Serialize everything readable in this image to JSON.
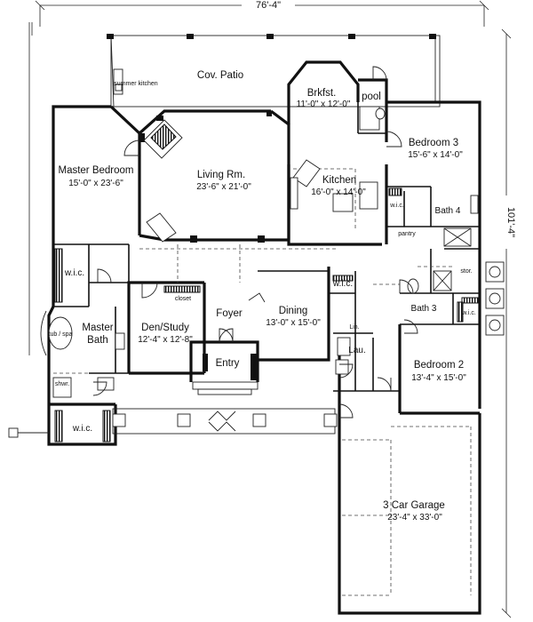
{
  "plan": {
    "overall_width": "76'-4\"",
    "overall_depth": "101'-4\"",
    "rooms": [
      {
        "name": "Cov. Patio",
        "dims": ""
      },
      {
        "name": "summer kitchen",
        "dims": ""
      },
      {
        "name": "Brkfst.",
        "dims": "11'-0\" x 12'-0\""
      },
      {
        "name": "pool",
        "dims": ""
      },
      {
        "name": "Bedroom 3",
        "dims": "15'-6\" x 14'-0\""
      },
      {
        "name": "Master Bedroom",
        "dims": "15'-0\" x 23'-6\""
      },
      {
        "name": "Living Rm.",
        "dims": "23'-6\" x 21'-0\""
      },
      {
        "name": "Kitchen",
        "dims": "16'-0\" x 14'-0\""
      },
      {
        "name": "w.i.c.",
        "dims": ""
      },
      {
        "name": "Bath 4",
        "dims": ""
      },
      {
        "name": "pantry",
        "dims": ""
      },
      {
        "name": "w.i.c.",
        "dims": ""
      },
      {
        "name": "Master Bath",
        "dims": ""
      },
      {
        "name": "tub / spa",
        "dims": ""
      },
      {
        "name": "Den/Study",
        "dims": "12'-4\" x 12'-8\""
      },
      {
        "name": "closet",
        "dims": ""
      },
      {
        "name": "Foyer",
        "dims": ""
      },
      {
        "name": "Dining",
        "dims": "13'-0\" x 15'-0\""
      },
      {
        "name": "w.i.c.",
        "dims": ""
      },
      {
        "name": "Entry",
        "dims": ""
      },
      {
        "name": "Lin.",
        "dims": ""
      },
      {
        "name": "Lau.",
        "dims": ""
      },
      {
        "name": "stor.",
        "dims": ""
      },
      {
        "name": "Bath 3",
        "dims": ""
      },
      {
        "name": "w.i.c.",
        "dims": ""
      },
      {
        "name": "Bedroom 2",
        "dims": "13'-4\" x 15'-0\""
      },
      {
        "name": "shwr.",
        "dims": ""
      },
      {
        "name": "w.i.c.",
        "dims": ""
      },
      {
        "name": "3 Car Garage",
        "dims": "23'-4\" x 33'-0\""
      }
    ]
  }
}
